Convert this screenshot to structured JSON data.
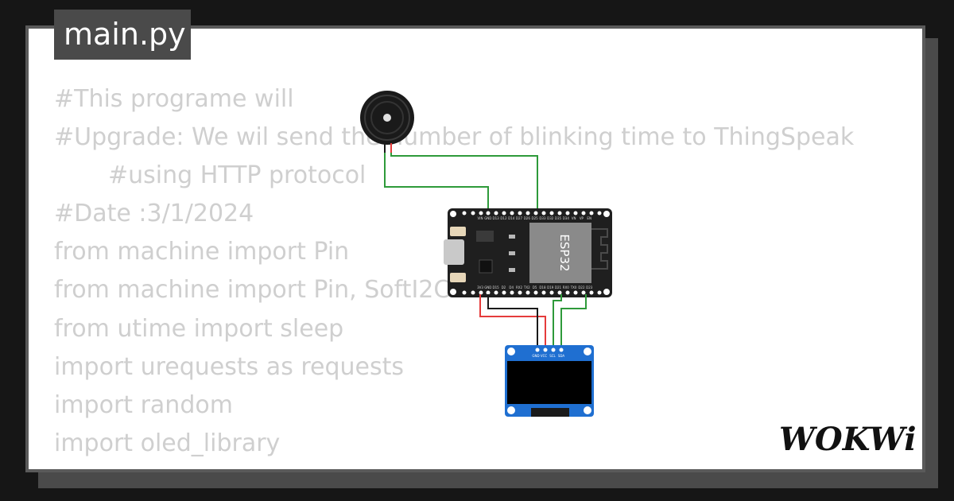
{
  "editor": {
    "file_name": "main.py",
    "code_lines": [
      "#This programe will",
      "#Upgrade: We wil send the number of blinking time to ThingSpeak",
      "#using HTTP protocol",
      "#Date :3/1/2024",
      "from machine import Pin",
      "from machine import Pin, SoftI2C",
      "from utime import sleep",
      "import urequests as requests",
      "import random",
      "import oled_library"
    ]
  },
  "circuit": {
    "esp32": {
      "chip_label": "ESP32",
      "top_pins": [
        "VIN",
        "GND",
        "D13",
        "D12",
        "D14",
        "D27",
        "D26",
        "D25",
        "D33",
        "D32",
        "D35",
        "D34",
        "VN",
        "VP",
        "EN"
      ],
      "bottom_pins": [
        "3V3",
        "GND",
        "D15",
        "D2",
        "D4",
        "RX2",
        "TX2",
        "D5",
        "D18",
        "D19",
        "D21",
        "RX0",
        "TX0",
        "D22",
        "D23"
      ]
    },
    "oled": {
      "pins": [
        "GND",
        "VCC",
        "SCL",
        "SDA"
      ]
    },
    "wire_colors": {
      "signal": "#2e9a3a",
      "power": "#e53b3b",
      "ground": "#1a1a1a"
    }
  },
  "brand": {
    "logo_text": "WOKWi"
  }
}
